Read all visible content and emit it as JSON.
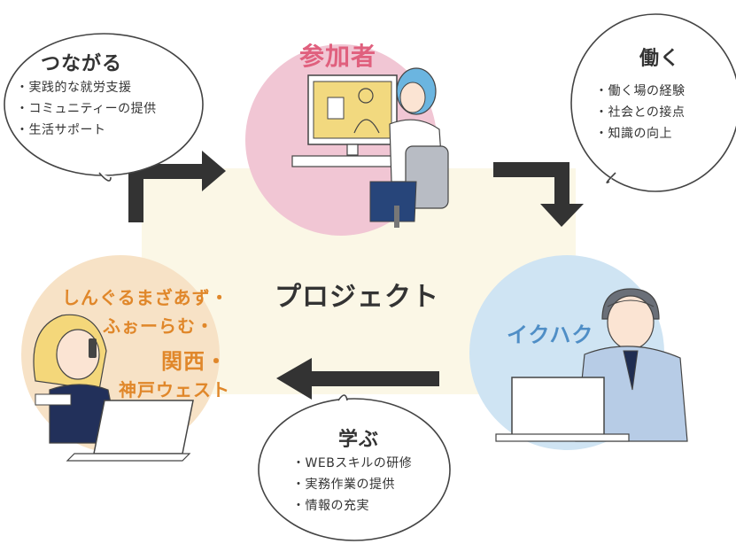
{
  "center": {
    "label": "プロジェクト"
  },
  "participant": {
    "label": "参加者"
  },
  "ikuhaku": {
    "label": "イクハク"
  },
  "partner": {
    "lines": [
      "しんぐるまざあず・",
      "ふぉーらむ・",
      "関西・",
      "神戸ウェスト"
    ]
  },
  "bubbles": {
    "connect": {
      "title": "つながる",
      "items": [
        "・実践的な就労支援",
        "・コミュニティーの提供",
        "・生活サポート"
      ]
    },
    "work": {
      "title": "働く",
      "items": [
        "・働く場の経験",
        "・社会との接点",
        "・知識の向上"
      ]
    },
    "learn": {
      "title": "学ぶ",
      "items": [
        "・WEBスキルの研修",
        "・実務作業の提供",
        "・情報の充実"
      ]
    }
  },
  "colors": {
    "center_bg": "#fbf7e6",
    "participant_circle": "#f1c6d4",
    "participant_label": "#e0607e",
    "ikuhaku_circle": "#cfe4f3",
    "ikuhaku_label": "#4f8ec6",
    "partner_circle": "#f7e2c6",
    "partner_label": "#e0872a",
    "arrow": "#333333"
  }
}
